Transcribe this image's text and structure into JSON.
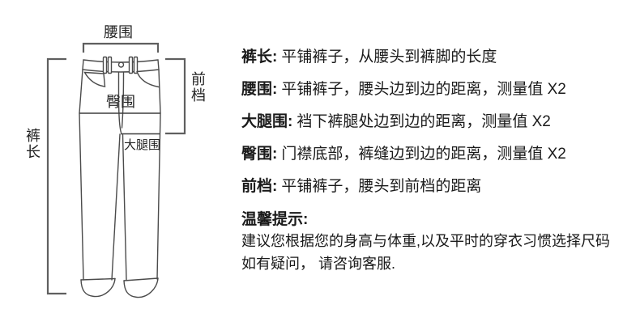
{
  "page": {
    "background": "#ffffff",
    "text_color": "#1a1a1a",
    "diagram_line_color": "#4b4b4b",
    "bracket_color": "#5f5f5f"
  },
  "diagram": {
    "labels": {
      "waist": "腰围",
      "length": "裤长",
      "front_rise": "前档",
      "hip": "臀围",
      "thigh": "大腿围"
    }
  },
  "measure_guide": {
    "items": [
      {
        "label": "裤长:",
        "desc": "平铺裤子，从腰头到裤脚的长度"
      },
      {
        "label": "腰围:",
        "desc": "平铺裤子，腰头边到边的距离，测量值 X2"
      },
      {
        "label": "大腿围:",
        "desc": "裆下裤腿处边到边的距离，测量值 X2"
      },
      {
        "label": "臀围:",
        "desc": "门襟底部，裤缝边到边的距离，测量值 X2"
      },
      {
        "label": "前档:",
        "desc": "平铺裤子，腰头到前档的距离"
      }
    ]
  },
  "tips": {
    "title": "温馨提示:",
    "lines": [
      "建议您根据您的身高与体重,以及平时的穿衣习惯选择尺码",
      "如有疑问， 请咨询客服."
    ]
  }
}
